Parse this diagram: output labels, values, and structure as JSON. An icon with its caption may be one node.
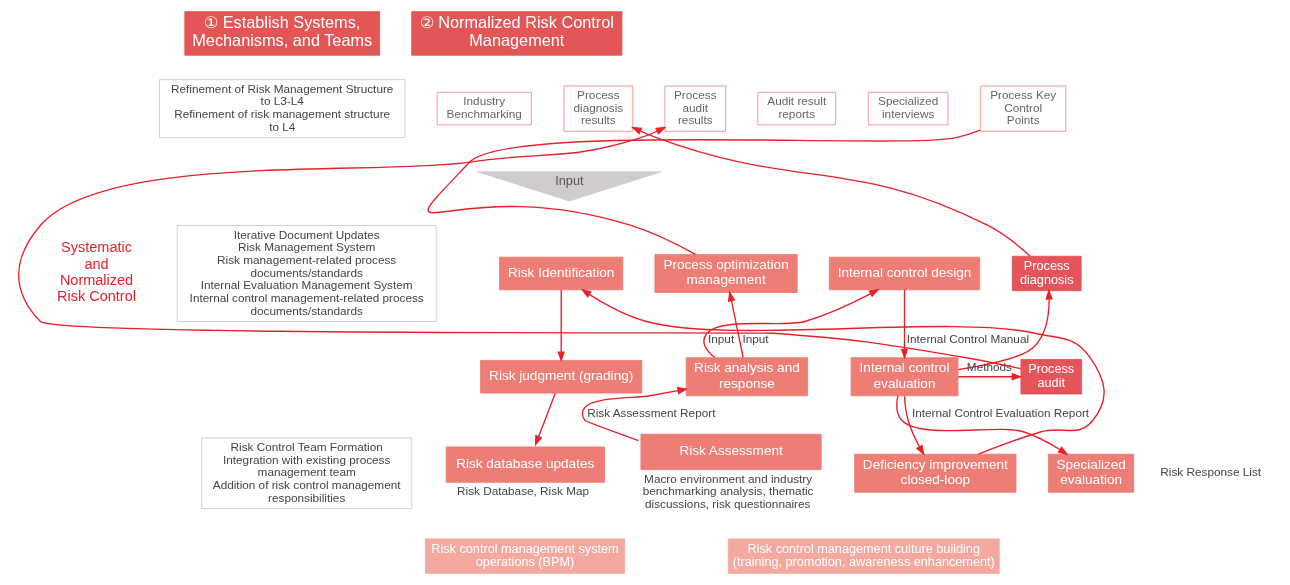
{
  "diagram": {
    "nodes": [
      {
        "text": [
          "① Establish Systems, Mechanisms, and Teams"
        ]
      },
      {
        "text": [
          "② Normalized Risk Control Management"
        ]
      },
      {
        "text": [
          "Refinement of Risk Management Structure to L3-L4",
          "Refinement of risk management structure to L4"
        ]
      },
      {
        "text": [
          "Iterative Document Updates",
          "Risk Management System",
          "Risk management-related process documents/standards",
          "Internal Evaluation Management System",
          "Internal control management-related process documents/standards"
        ]
      },
      {
        "text": [
          "Risk Control Team Formation",
          "Integration with existing process management team",
          "Addition of risk control management responsibilities"
        ]
      },
      {
        "text": [
          "Industry Benchmarking"
        ]
      },
      {
        "text": [
          "Process diagnosis results"
        ]
      },
      {
        "text": [
          "Process audit results"
        ]
      },
      {
        "text": [
          "Audit result reports"
        ]
      },
      {
        "text": [
          "Specialized interviews"
        ]
      },
      {
        "text": [
          "Process Key Control Points"
        ]
      },
      {
        "text": [
          "Input"
        ]
      },
      {
        "text": [
          "Risk Identification"
        ]
      },
      {
        "text": [
          "Risk judgment (grading)"
        ]
      },
      {
        "text": [
          "Risk database updates"
        ],
        "beside": [
          "Risk Database, Risk Map"
        ]
      },
      {
        "text": [
          "Process optimization management"
        ]
      },
      {
        "text": [
          "Risk analysis and response"
        ]
      },
      {
        "text": [
          "Risk Assessment"
        ],
        "beside": [
          "Macro environment and industry benchmarking analysis, thematic discussions, risk questionnaires"
        ]
      },
      {
        "text": [
          "Internal control design"
        ]
      },
      {
        "text": [
          "Internal control evaluation"
        ]
      },
      {
        "text": [
          "Deficiency improvement closed-loop"
        ]
      },
      {
        "text": [
          "Process diagnosis"
        ]
      },
      {
        "text": [
          "Process audit"
        ]
      },
      {
        "text": [
          "Specialized evaluation"
        ]
      },
      {
        "text": [
          "Risk control management system operations (BPM)"
        ]
      },
      {
        "text": [
          "Risk control management culture building (training, promotion, awareness enhancement)"
        ]
      }
    ],
    "edges": [
      {
        "from": 12,
        "to": 13,
        "arrow": "to"
      },
      {
        "from": 13,
        "to": 14,
        "arrow": "to"
      },
      {
        "from": 17,
        "to": 16,
        "arrow": "to",
        "label": "Risk Assessment Report"
      },
      {
        "from": 16,
        "to": 15,
        "arrow": "to",
        "label": "Input"
      },
      {
        "from": 10,
        "to": 15,
        "arrow": "none"
      },
      {
        "from": 16,
        "to": 18,
        "arrow": "to",
        "label": "Input"
      },
      {
        "from": 18,
        "to": 19,
        "arrow": "to",
        "label": "Internal Control Manual"
      },
      {
        "from": 19,
        "to": 20,
        "arrow": "to",
        "label": "Internal Control Evaluation Report"
      },
      {
        "from": 19,
        "to": 21,
        "arrow": "to"
      },
      {
        "from": 19,
        "to": 22,
        "arrow": "to",
        "label": "Methods"
      },
      {
        "from": 19,
        "to": 23,
        "arrow": "to"
      },
      {
        "from": 20,
        "to": 12,
        "arrow": "to"
      },
      {
        "from": 21,
        "to": 6,
        "arrow": "to"
      },
      {
        "from": 22,
        "to": 7,
        "arrow": "to"
      }
    ],
    "labels": [
      "Systematic and Normalized Risk Control",
      "Risk Response List"
    ]
  }
}
